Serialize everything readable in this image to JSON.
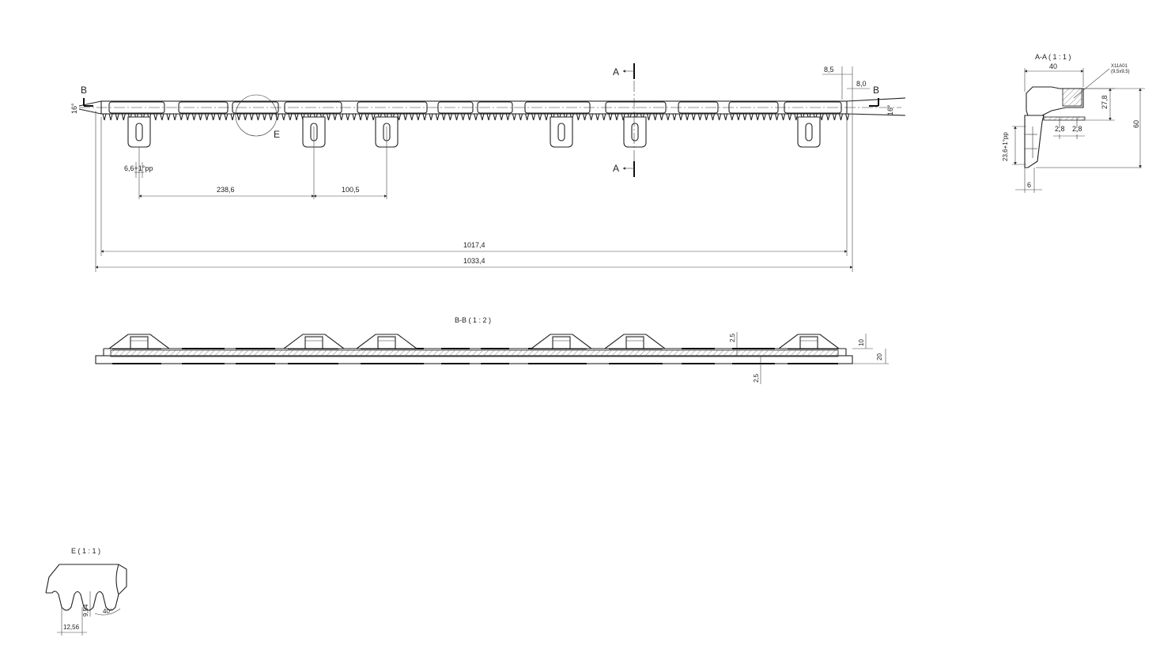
{
  "views": {
    "main": {
      "section_marks": {
        "b_left": "B",
        "b_right": "B",
        "a_top": "A",
        "a_bottom": "A"
      },
      "detail_mark": "E",
      "angle_left": "16°",
      "angle_right": "16°",
      "dims": {
        "tab_width": "6,6+1°pp",
        "spacing_1": "238,6",
        "spacing_2": "100,5",
        "inner_length": "1017,4",
        "overall_length": "1033,4",
        "right_offset_1": "8,5",
        "right_offset_2": "8,0"
      }
    },
    "section_bb": {
      "title": "B-B ( 1 : 2 )",
      "dims": {
        "top_wall": "2,5",
        "bottom_wall": "2,5",
        "height_inner": "10",
        "height_total": "20"
      }
    },
    "section_aa": {
      "title": "A-A ( 1 : 1 )",
      "note_line1": "X11A01",
      "note_line2": "(9,5x9,5)",
      "dims": {
        "width": "40",
        "height_inner": "27,8",
        "height_total": "60",
        "slot_a": "2,8",
        "slot_b": "2,8",
        "tab_height": "23,6+1°pp",
        "tab_width": "6"
      }
    },
    "detail_e": {
      "title": "E ( 1 : 1 )",
      "dims": {
        "pitch": "12,56",
        "tooth_height": "9,54",
        "tooth_angle": "40°"
      }
    }
  }
}
